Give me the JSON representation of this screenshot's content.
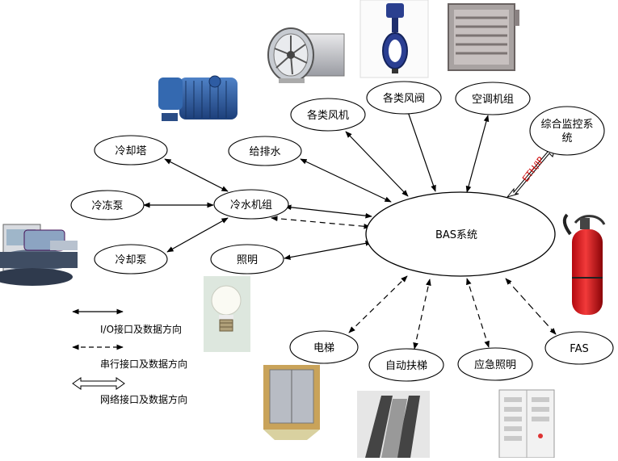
{
  "diagram": {
    "center": "BAS系统",
    "nodes": {
      "cooling_tower": "冷却塔",
      "chilled_pump": "冷冻泵",
      "cooling_pump": "冷却泵",
      "chiller": "冷水机组",
      "water": "给排水",
      "lighting": "照明",
      "fans": "各类风机",
      "valves": "各类风阀",
      "ahu": "空调机组",
      "ims_line1": "综合监控系",
      "ims_line2": "统",
      "elevator": "电梯",
      "escalator": "自动扶梯",
      "emergency_lighting": "应急照明",
      "fas": "FAS"
    },
    "network_link_label": "ETH/IP",
    "icons": [
      "chiller-unit-icon",
      "pump-motor-icon",
      "axial-fan-icon",
      "butterfly-valve-icon",
      "damper-icon",
      "fire-extinguisher-icon",
      "light-bulb-icon",
      "elevator-car-icon",
      "escalator-icon",
      "electrical-cabinet-icon"
    ]
  },
  "legend": {
    "io": "I/O接口及数据方向",
    "serial": "串行接口及数据方向",
    "network": "网络接口及数据方向"
  }
}
